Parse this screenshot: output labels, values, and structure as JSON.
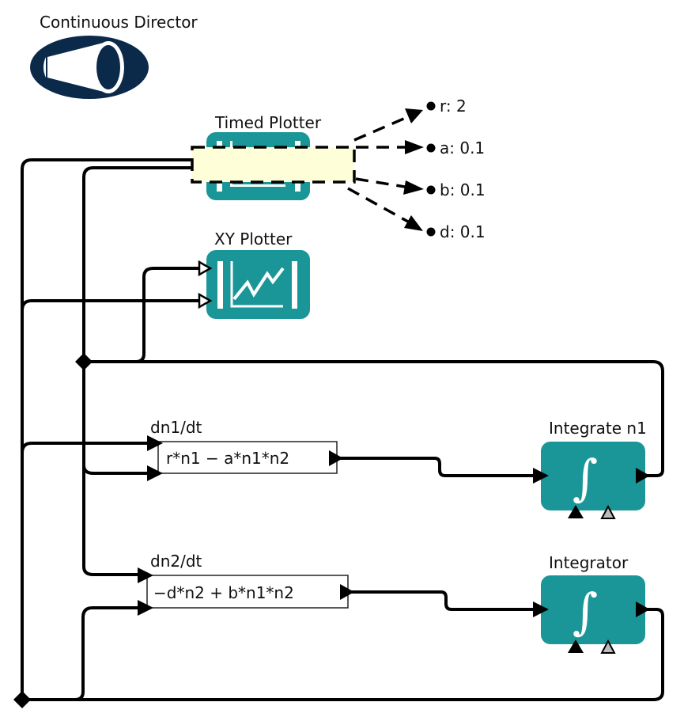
{
  "director": {
    "label": "Continuous Director",
    "icon": "megaphone-icon",
    "color": "#0b2a4a"
  },
  "actors": {
    "timed_plotter": {
      "label": "Timed Plotter",
      "icon": "timed-plot-icon"
    },
    "xy_plotter": {
      "label": "XY Plotter",
      "icon": "xy-plot-icon"
    },
    "integrate_n1": {
      "label": "Integrate n1",
      "icon": "integral-icon",
      "glyph": "∫"
    },
    "integrator": {
      "label": "Integrator",
      "icon": "integral-icon",
      "glyph": "∫"
    }
  },
  "expressions": {
    "dn1": {
      "label": "dn1/dt",
      "expression": "r*n1 − a*n1*n2"
    },
    "dn2": {
      "label": "dn2/dt",
      "expression": "−d*n2 + b*n1*n2"
    }
  },
  "parameters": [
    {
      "name": "r",
      "value": "2",
      "text": "r: 2"
    },
    {
      "name": "a",
      "value": "0.1",
      "text": "a: 0.1"
    },
    {
      "name": "b",
      "value": "0.1",
      "text": "b: 0.1"
    },
    {
      "name": "d",
      "value": "0.1",
      "text": "d: 0.1"
    }
  ],
  "colors": {
    "actor": "#1b9698",
    "selection": "#fefed9",
    "director": "#0b2a4a"
  }
}
